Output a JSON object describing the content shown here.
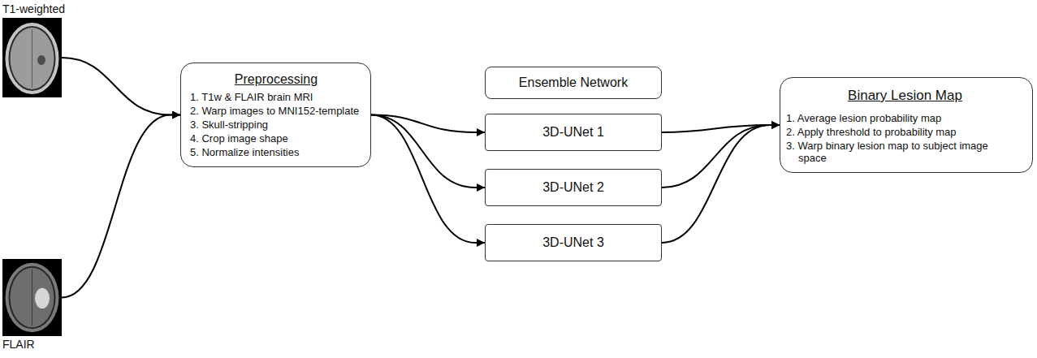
{
  "diagram": {
    "nodes": [
      {
        "text": [
          "T1-weighted"
        ]
      },
      {
        "text": [
          "FLAIR"
        ]
      },
      {
        "text": [
          "Preprocessing",
          "1. T1w & FLAIR brain MRI",
          "2. Warp images to MNI152-template",
          "3. Skull-stripping",
          "4. Crop image shape",
          "5. Normalize intensities"
        ]
      },
      {
        "text": [
          "Ensemble Network"
        ]
      },
      {
        "text": [
          "3D-UNet 1"
        ]
      },
      {
        "text": [
          "3D-UNet 2"
        ]
      },
      {
        "text": [
          "3D-UNet 3"
        ]
      },
      {
        "text": [
          "Binary Lesion Map",
          "1. Average lesion probability map",
          "2. Apply threshold to probability map",
          "3. Warp binary lesion map to subject image space"
        ]
      }
    ],
    "edges": [
      {
        "from": 0,
        "to": 2,
        "arrow": "to"
      },
      {
        "from": 1,
        "to": 2,
        "arrow": "to"
      },
      {
        "from": 2,
        "to": 4,
        "arrow": "to"
      },
      {
        "from": 2,
        "to": 5,
        "arrow": "to"
      },
      {
        "from": 2,
        "to": 6,
        "arrow": "to"
      },
      {
        "from": 4,
        "to": 7,
        "arrow": "to"
      },
      {
        "from": 5,
        "to": 7,
        "arrow": "to"
      },
      {
        "from": 6,
        "to": 7,
        "arrow": "to"
      }
    ]
  }
}
